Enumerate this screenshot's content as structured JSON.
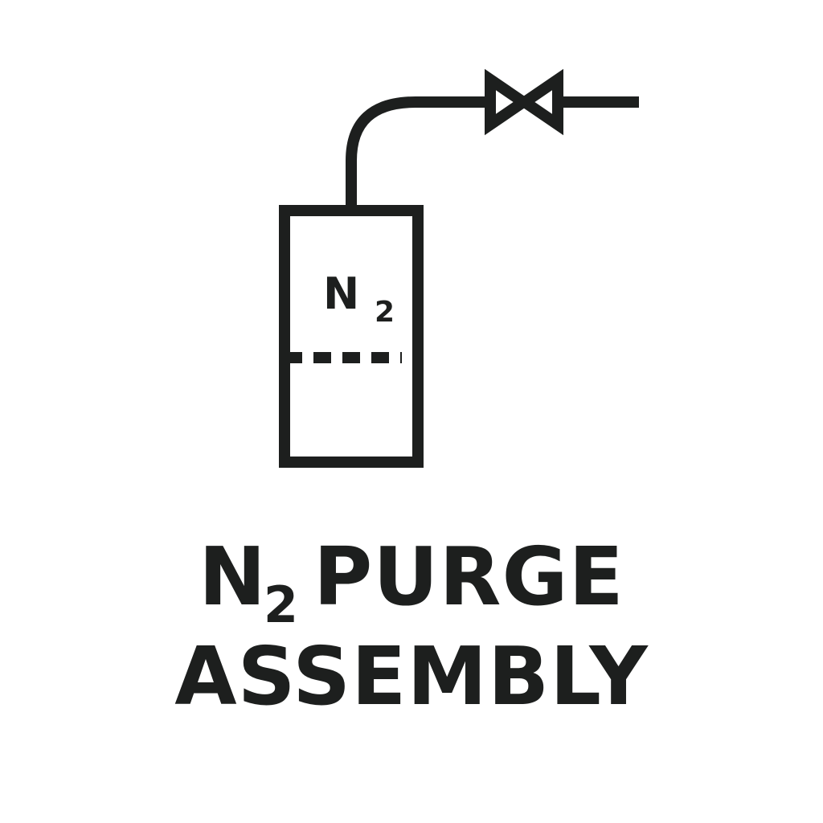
{
  "colors": {
    "ink": "#1d1f1e",
    "background": "#ffffff"
  },
  "icons": [
    "gas-cylinder-icon",
    "pipe-line",
    "gate-valve-icon"
  ],
  "tank": {
    "label_main": "N",
    "label_sub": "2"
  },
  "caption": {
    "line1_main": "N",
    "line1_sub": "2",
    "line1_rest": "PURGE",
    "line2": "ASSEMBLY"
  }
}
